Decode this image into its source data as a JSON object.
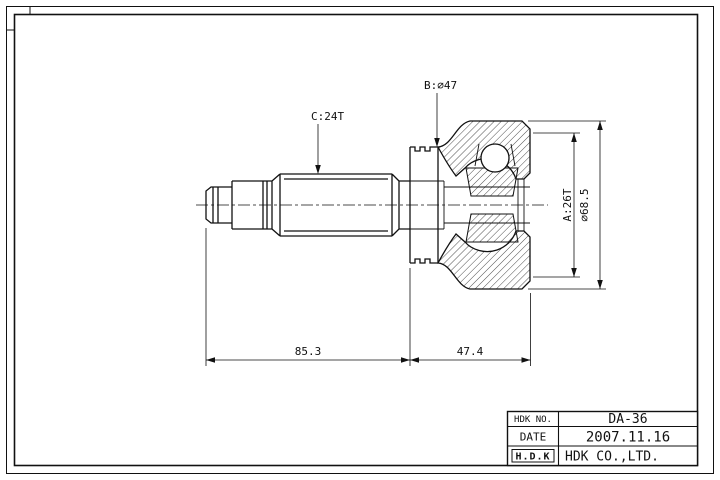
{
  "colors": {
    "ink": "#111111",
    "paper": "#ffffff"
  },
  "drawing": {
    "labels": {
      "b": "B:∅47",
      "c": "C:24T",
      "a": "A:26T",
      "dia": "∅68.5",
      "len_shaft": "85.3",
      "len_housing": "47.4"
    }
  },
  "title_block": {
    "no_label": "HDK NO.",
    "no_value": "DA-36",
    "date_label": "DATE",
    "date_value": "2007.11.16",
    "logo": "H.D.K",
    "company": "HDK CO.,LTD."
  }
}
